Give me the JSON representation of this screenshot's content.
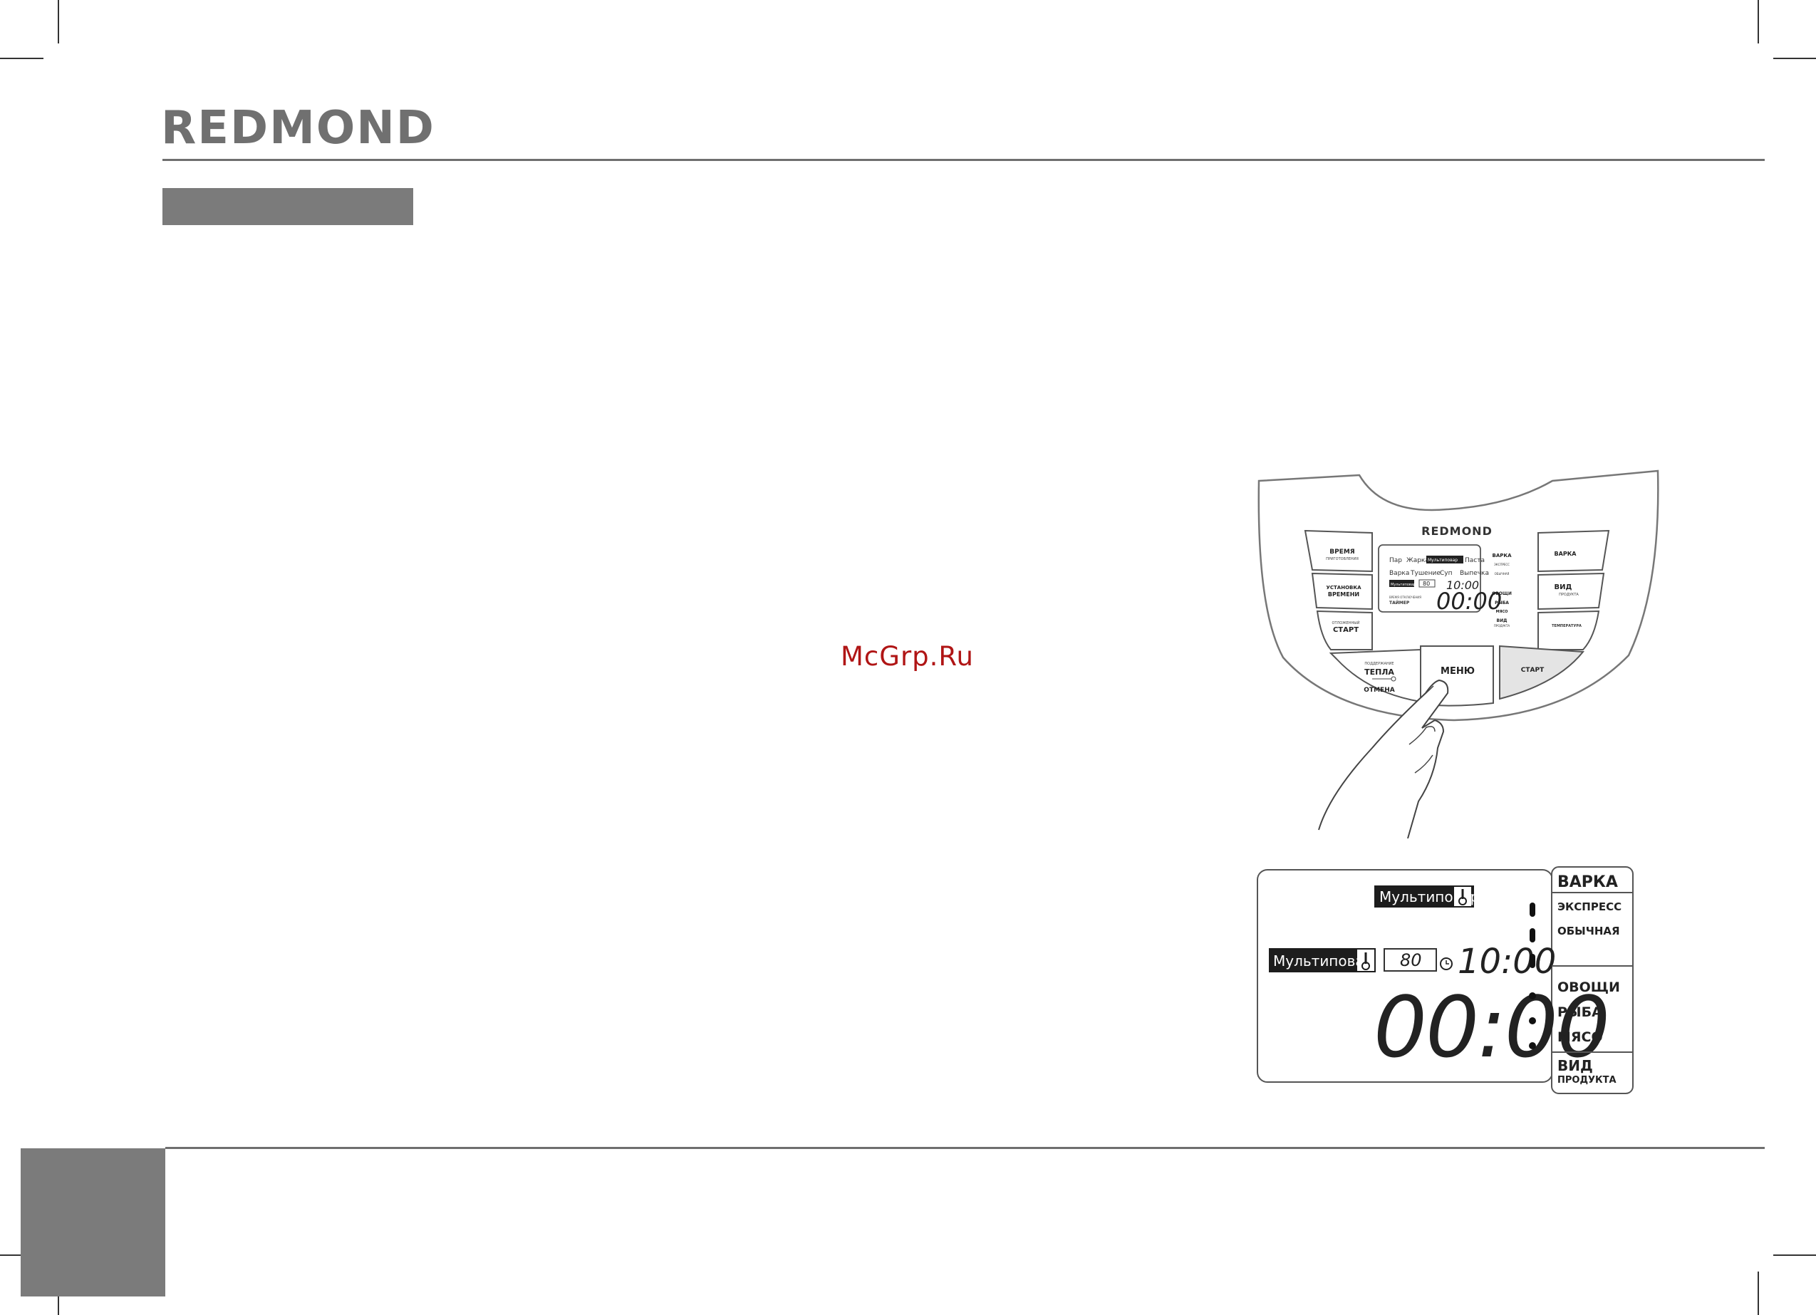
{
  "brand": {
    "logo_text": "REDMOND"
  },
  "watermark": "McGrp.Ru",
  "panel": {
    "logo": "REDMOND",
    "left_buttons": [
      {
        "line1": "ВРЕМЯ",
        "line2": "ПРИГОТОВЛЕНИЯ"
      },
      {
        "line1": "УСТАНОВКА",
        "line2": "ВРЕМЕНИ"
      },
      {
        "line1": "ОТЛОЖЕННЫЙ",
        "line2": "СТАРТ"
      }
    ],
    "right_buttons": [
      {
        "line1": "ВАРКА",
        "line2": ""
      },
      {
        "line1": "ВИД",
        "line2": "ПРОДУКТА"
      },
      {
        "line1": "ТЕМПЕРАТУРА",
        "line2": ""
      }
    ],
    "keep_warm": {
      "small": "ПОДДЕРЖАНИЕ",
      "big": "ТЕПЛА",
      "cancel": "ОТМЕНА"
    },
    "menu": "МЕНЮ",
    "start": "СТАРТ",
    "mini_display": {
      "programs_row1": [
        "Пар",
        "Жарка",
        "Мультиповар",
        "Паста"
      ],
      "programs_row2": [
        "Варка",
        "Тушение",
        "Суп",
        "Выпечка"
      ],
      "multicook": "Мультиповар",
      "temp": "80",
      "clock": "10:00",
      "labels": [
        "ВРЕМЯ ОТКЛЮЧЕНИЯ",
        "ТАЙМЕР"
      ],
      "time": "00:00",
      "side_labels": [
        "ВАРКА",
        "ЭКСПРЕСС",
        "ОБЫЧНАЯ",
        "ОВОЩИ",
        "РЫБА",
        "МЯСО",
        "ВИД",
        "ПРОДУКТА"
      ]
    }
  },
  "display_detail": {
    "top_label": "Мультиповар",
    "left_label": "Мультиповар",
    "temp": "80",
    "clock": "10:00",
    "main_time": "00:00",
    "side": {
      "header": "ВАРКА",
      "express": "ЭКСПРЕСС",
      "normal": "ОБЫЧНАЯ",
      "veg": "ОВОЩИ",
      "fish": "РЫБА",
      "meat": "МЯСО",
      "product_1": "ВИД",
      "product_2": "ПРОДУКТА"
    }
  }
}
